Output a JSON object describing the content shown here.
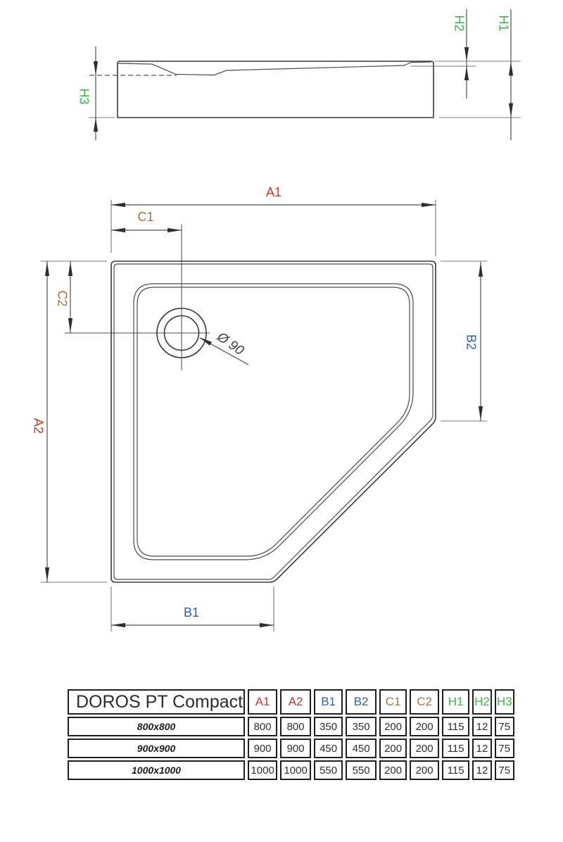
{
  "colors": {
    "dim_a": "#c03a32",
    "dim_b": "#2e5fb0",
    "dim_c": "#9e7248",
    "dim_h": "#3fb24b"
  },
  "side_view": {
    "h1_label": "H1",
    "h2_label": "H2",
    "h3_label": "H3"
  },
  "plan_view": {
    "a1_label": "A1",
    "a2_label": "A2",
    "b1_label": "B1",
    "b2_label": "B2",
    "c1_label": "C1",
    "c2_label": "C2",
    "drain_label": "Ø 90"
  },
  "table": {
    "title": "DOROS PT Compact",
    "headers": [
      "A1",
      "A2",
      "B1",
      "B2",
      "C1",
      "C2",
      "H1",
      "H2",
      "H3"
    ],
    "rows": [
      {
        "size": "800x800",
        "values": [
          "800",
          "800",
          "350",
          "350",
          "200",
          "200",
          "115",
          "12",
          "75"
        ]
      },
      {
        "size": "900x900",
        "values": [
          "900",
          "900",
          "450",
          "450",
          "200",
          "200",
          "115",
          "12",
          "75"
        ]
      },
      {
        "size": "1000x1000",
        "values": [
          "1000",
          "1000",
          "550",
          "550",
          "200",
          "200",
          "115",
          "12",
          "75"
        ]
      }
    ]
  }
}
